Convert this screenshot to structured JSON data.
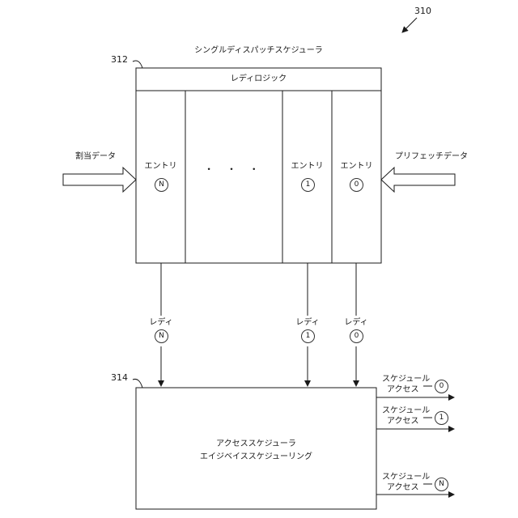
{
  "figure": {
    "ref_main": "310",
    "ref_dispatcher": "312",
    "ref_access": "314"
  },
  "dispatcher": {
    "title": "シングルディスパッチスケジューラ",
    "ready_logic": "レディロジック",
    "entry_label": "エントリ",
    "ellipsis": "・ ・ ・",
    "entries": [
      "N",
      "1",
      "0"
    ]
  },
  "inputs": {
    "allocation": "割当データ",
    "prefetch": "プリフェッチデータ"
  },
  "ready": {
    "label": "レディ",
    "indices": [
      "N",
      "1",
      "0"
    ]
  },
  "access_scheduler": {
    "line1": "アクセススケジューラ",
    "line2": "エイジベイススケジューリング"
  },
  "outputs": {
    "line1": "スケジュール",
    "line2": "アクセス",
    "indices": [
      "0",
      "1",
      "N"
    ]
  }
}
